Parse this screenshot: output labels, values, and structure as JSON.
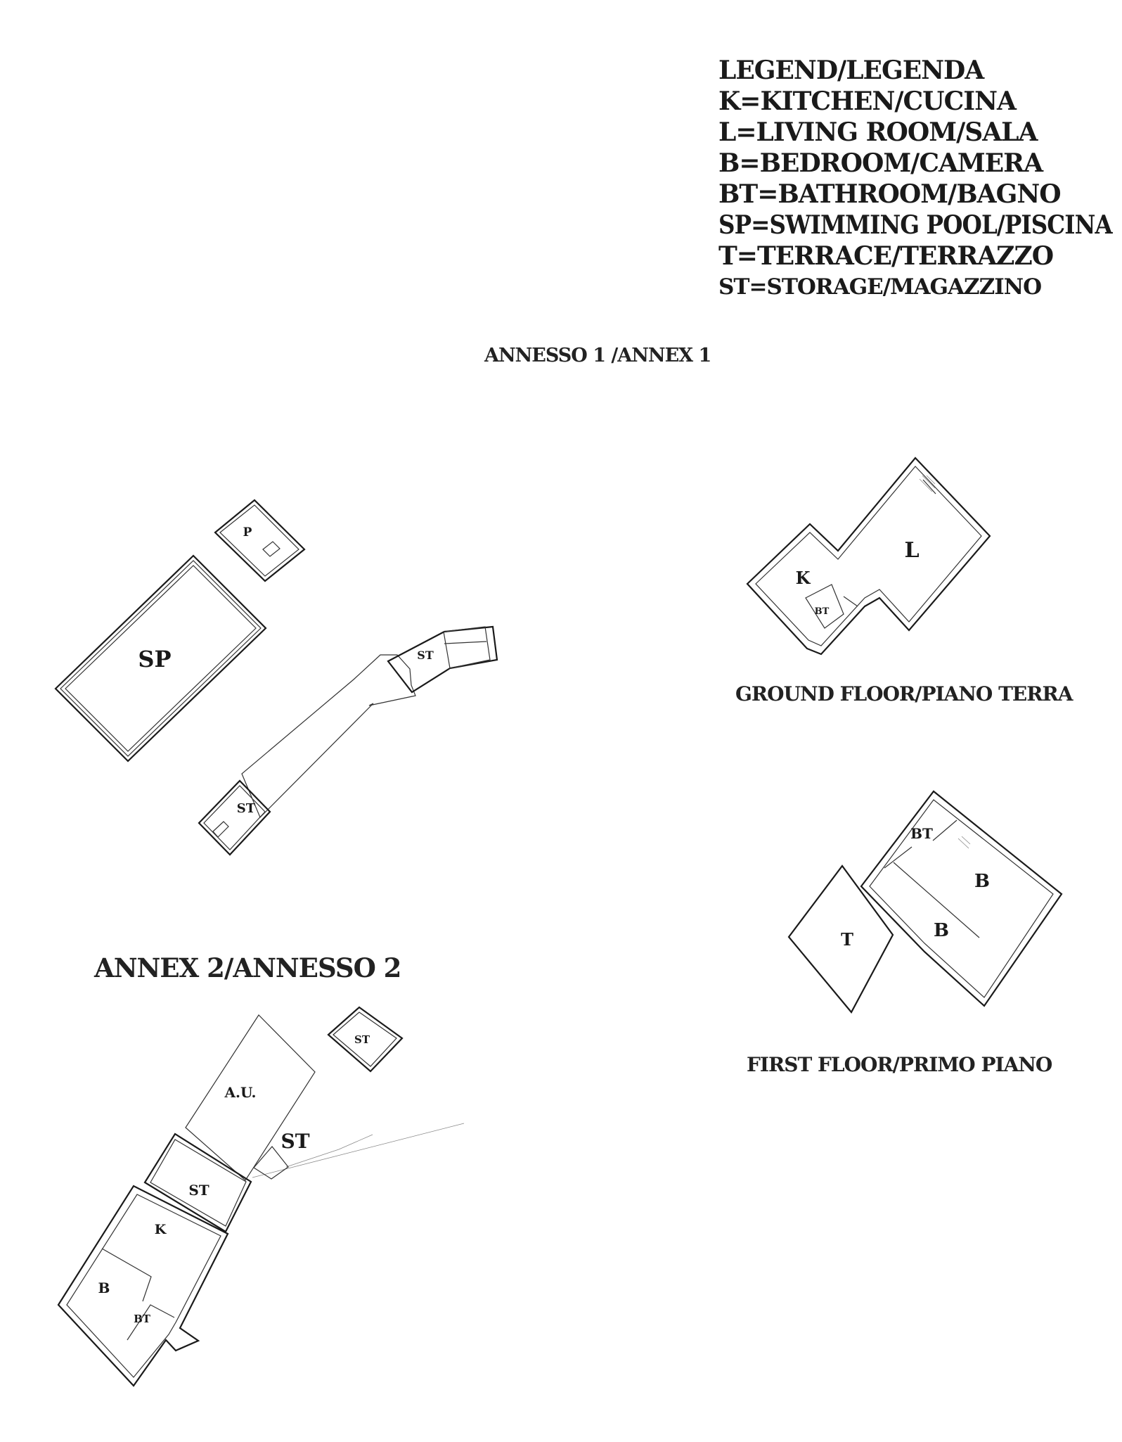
{
  "legend": {
    "title": "LEGEND/LEGENDA",
    "items": [
      "K=KITCHEN/CUCINA",
      "L=LIVING ROOM/SALA",
      "B=BEDROOM/CAMERA",
      "BT=BATHROOM/BAGNO",
      "SP=SWIMMING POOL/PISCINA",
      "T=TERRACE/TERRAZZO",
      "ST=STORAGE/MAGAZZINO"
    ]
  },
  "captions": {
    "annex1": "ANNESSO 1 /ANNEX 1",
    "ground_floor": "GROUND FLOOR/PIANO TERRA",
    "first_floor": "FIRST FLOOR/PRIMO PIANO",
    "annex2": "ANNEX 2/ANNESSO 2"
  },
  "room_labels": {
    "annex1": {
      "pump": "P",
      "pool": "SP",
      "storage_top": "ST",
      "storage_bottom": "ST"
    },
    "ground": {
      "kitchen": "K",
      "living": "L",
      "bath": "BT"
    },
    "first": {
      "bath": "BT",
      "bed1": "B",
      "bed2": "B",
      "terrace": "T"
    },
    "annex2": {
      "storage_small": "ST",
      "au": "A.U.",
      "storage_big": "ST",
      "storage_mid": "ST",
      "kitchen": "K",
      "bed": "B",
      "bath": "BT"
    }
  }
}
